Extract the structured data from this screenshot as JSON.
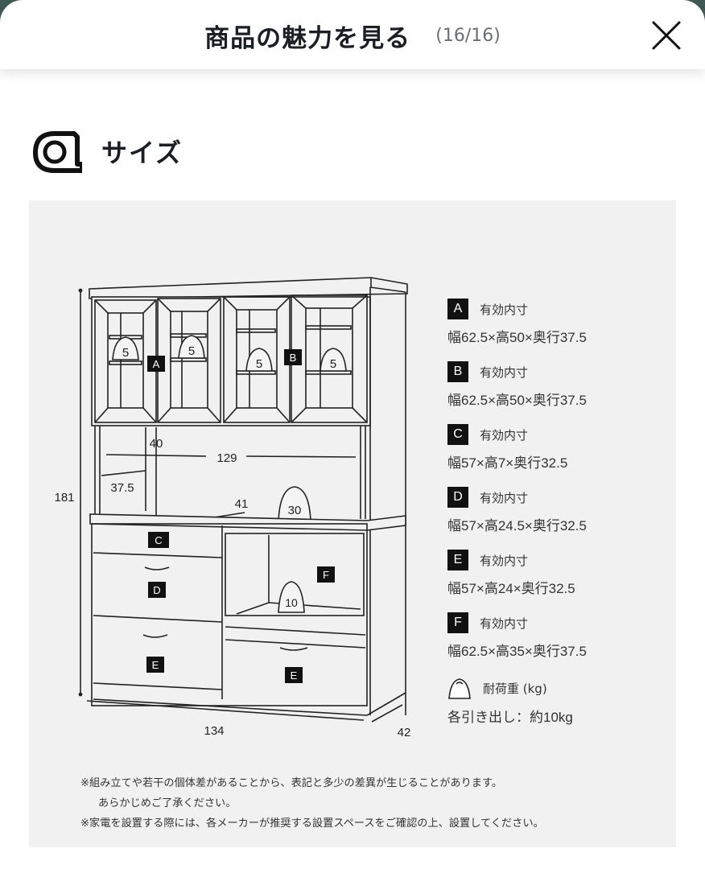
{
  "header": {
    "title": "商品の魅力を見る",
    "counter": "(16/16)",
    "close_icon": "close-x-icon"
  },
  "section": {
    "icon": "tape-measure-icon",
    "title": "サイズ"
  },
  "diagram": {
    "overall": {
      "height": "181",
      "width": "134",
      "depth": "42"
    },
    "inner_dims": {
      "gap_height": "40",
      "inner_width": "129",
      "upper_depth": "37.5",
      "counter_depth": "41"
    },
    "weight_markers": [
      "5",
      "5",
      "5",
      "5",
      "30",
      "10"
    ],
    "part_labels": [
      "A",
      "B",
      "C",
      "D",
      "E",
      "E",
      "F"
    ]
  },
  "legend": {
    "items": [
      {
        "badge": "A",
        "label": "有効内寸",
        "dims": "幅62.5×高50×奥行37.5"
      },
      {
        "badge": "B",
        "label": "有効内寸",
        "dims": "幅62.5×高50×奥行37.5"
      },
      {
        "badge": "C",
        "label": "有効内寸",
        "dims": "幅57×高7×奥行32.5"
      },
      {
        "badge": "D",
        "label": "有効内寸",
        "dims": "幅57×高24.5×奥行32.5"
      },
      {
        "badge": "E",
        "label": "有効内寸",
        "dims": "幅57×高24×奥行32.5"
      },
      {
        "badge": "F",
        "label": "有効内寸",
        "dims": "幅62.5×高35×奥行37.5"
      }
    ],
    "weight": {
      "icon": "weight-icon",
      "label": "耐荷重 (kg)",
      "value": "各引き出し：約10kg"
    }
  },
  "notes": {
    "line1": "※組み立てや若干の個体差があることから、表記と多少の差異が生じることがあります。",
    "line2": "あらかじめご了承ください。",
    "line3": "※家電を設置する際には、各メーカーが推奨する設置スペースをご確認の上、設置してください。"
  },
  "colors": {
    "panel_bg": "#f1f1f1",
    "badge_bg": "#111111",
    "text": "#1f2328",
    "accent_corner": "#3f5a56"
  }
}
